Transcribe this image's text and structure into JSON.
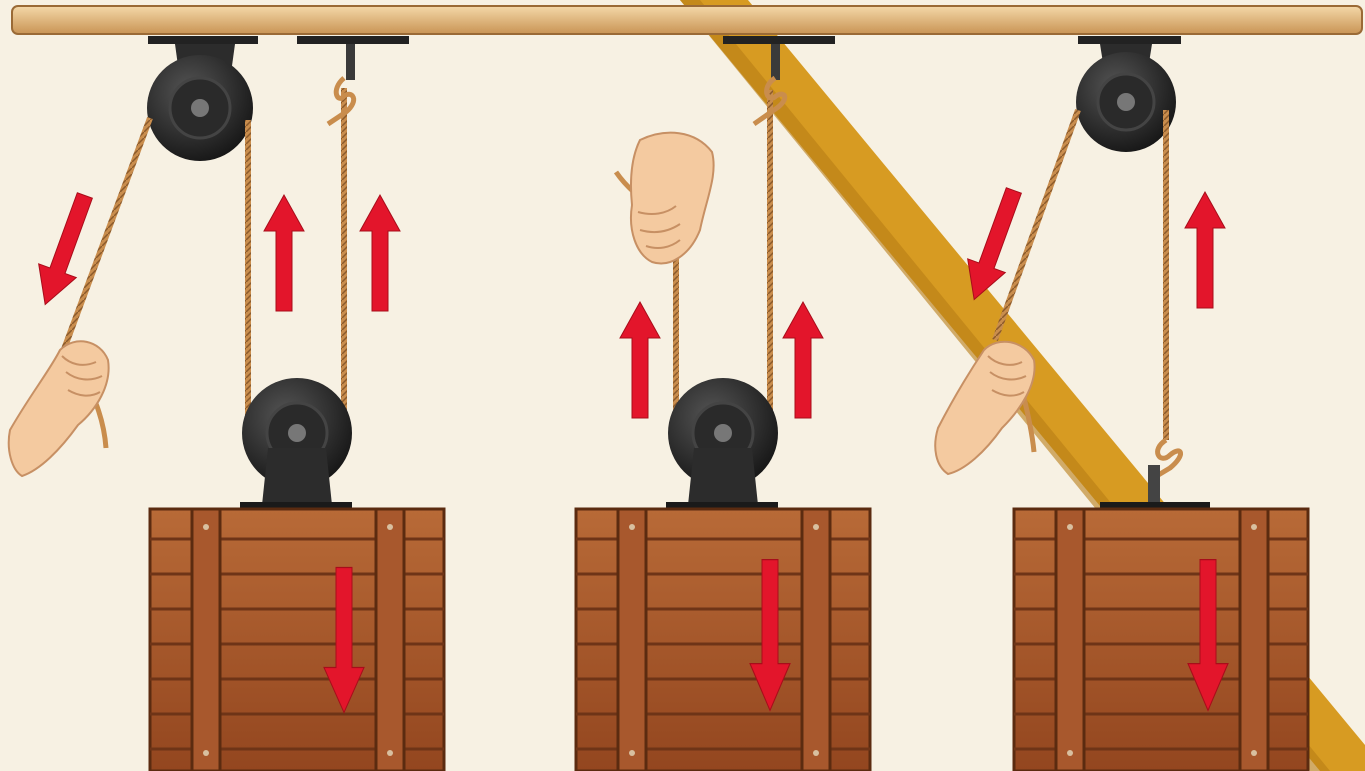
{
  "figure": {
    "panels": [
      {
        "id": "left",
        "pulley_type": "fixed + movable",
        "hand_pull": "down"
      },
      {
        "id": "middle",
        "pulley_type": "movable",
        "hand_pull": "up"
      },
      {
        "id": "right",
        "pulley_type": "fixed",
        "hand_pull": "down"
      }
    ],
    "colors": {
      "background": "#f7f1e3",
      "beam": "#d9a96c",
      "diagonal_strut": "#d79b22",
      "pulley": "#222222",
      "rope": "#c98d4d",
      "crate": "#a8582d",
      "crate_dark": "#6e3417",
      "arrow": "#e3152b",
      "skin": "#f4caa0"
    },
    "icons": [
      "pulley-icon",
      "rope-icon",
      "hand-icon",
      "arrow-icon",
      "crate-icon"
    ]
  }
}
